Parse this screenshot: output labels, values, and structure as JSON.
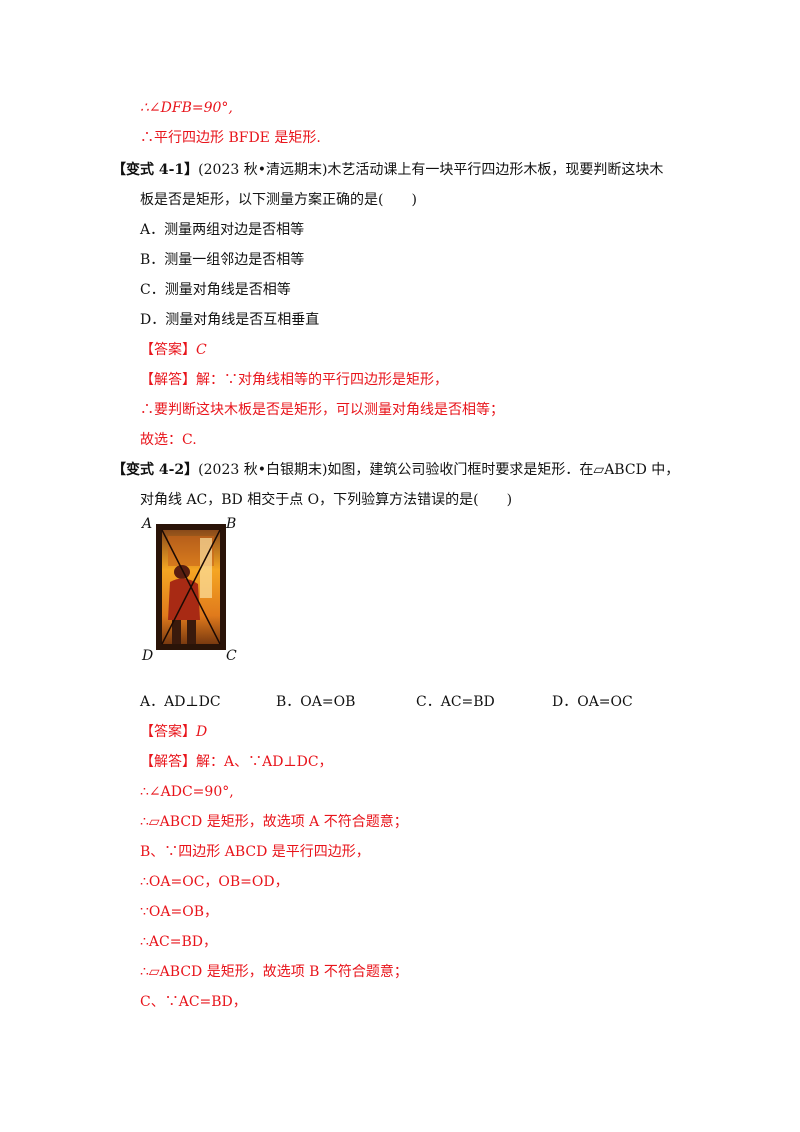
{
  "lines": {
    "l1": "∴∠DFB=90°,",
    "l2": "∴平行四边形 BFDE 是矩形.",
    "v41_tag": "【变式 4-1】",
    "v41_q1": "(2023 秋•清远期末)木艺活动课上有一块平行四边形木板，现要判断这块木",
    "v41_q2": "板是否是矩形，以下测量方案正确的是(　　)",
    "v41_A": "A．测量两组对边是否相等",
    "v41_B": "B．测量一组邻边是否相等",
    "v41_C": "C．测量对角线是否相等",
    "v41_D": "D．测量对角线是否互相垂直",
    "ans1_tag": "【答案】",
    "ans1_val": "C",
    "sol1_tag": "【解答】",
    "sol1_l1": "解：∵对角线相等的平行四边形是矩形，",
    "sol1_l2": "∴要判断这块木板是否是矩形，可以测量对角线是否相等；",
    "sol1_l3": "故选：C.",
    "v42_tag": "【变式 4-2】",
    "v42_q1": "(2023 秋•白银期末)如图，建筑公司验收门框时要求是矩形．在▱ABCD 中，",
    "v42_q2": "对角线 AC，BD 相交于点 O，下列验算方法错误的是(　　)",
    "v42_A": "A．AD⊥DC",
    "v42_B": "B．OA=OB",
    "v42_C": "C．AC=BD",
    "v42_D": "D．OA=OC",
    "ans2_tag": "【答案】",
    "ans2_val": "D",
    "sol2_tag": "【解答】",
    "sol2_l1": "解：A、∵AD⊥DC，",
    "sol2_l2": "∴∠ADC=90°,",
    "sol2_l3": "∴▱ABCD 是矩形，故选项 A 不符合题意；",
    "sol2_l4": "B、∵四边形 ABCD 是平行四边形，",
    "sol2_l5": "∴OA=OC，OB=OD，",
    "sol2_l6": "∵OA=OB，",
    "sol2_l7": "∴AC=BD，",
    "sol2_l8": "∴▱ABCD 是矩形，故选项 B 不符合题意；",
    "sol2_l9": "C、∵AC=BD，"
  },
  "figure": {
    "label_A": "A",
    "label_B": "B",
    "label_C": "C",
    "label_D": "D"
  },
  "colors": {
    "answer_red": "#e8141b",
    "door_frame": "#2a1408",
    "door_glow": "#f5a623"
  }
}
